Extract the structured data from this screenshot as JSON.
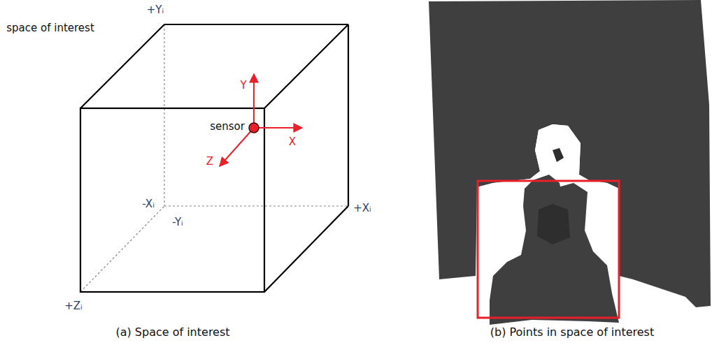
{
  "diagram": {
    "labels": [
      "+Yᵢ",
      "space of interest",
      "Y",
      "sensor",
      "X",
      "Z",
      "-Xᵢ",
      "-Yᵢ",
      "+Xᵢ",
      "+Zᵢ",
      "(a) Space of interest",
      "(b) Points in space of interest"
    ]
  }
}
